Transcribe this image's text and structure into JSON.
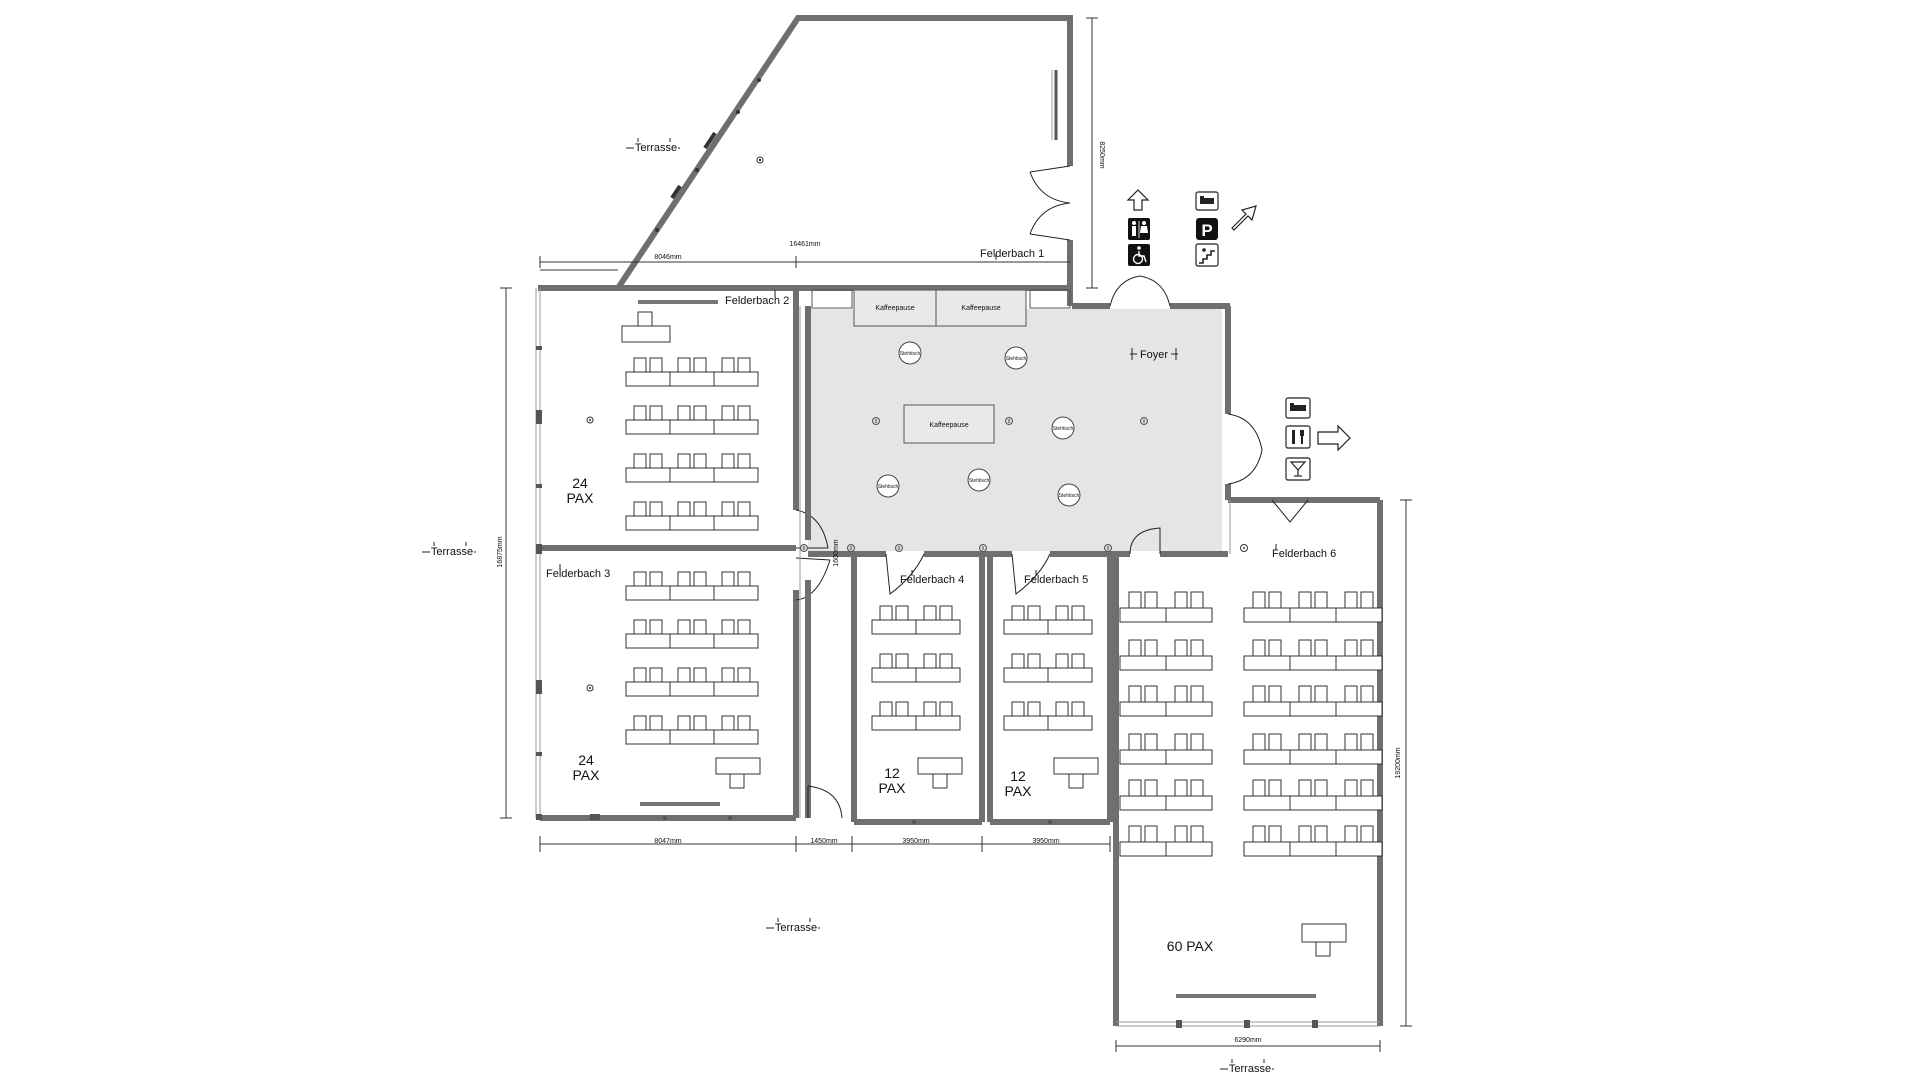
{
  "rooms": {
    "felderbach1": "Felderbach 1",
    "felderbach2": "Felderbach 2",
    "felderbach3": "Felderbach 3",
    "felderbach4": "Felderbach 4",
    "felderbach5": "Felderbach 5",
    "felderbach6": "Felderbach 6",
    "foyer": "Foyer"
  },
  "terraces": [
    "Terrasse",
    "Terrasse",
    "Terrasse",
    "Terrasse"
  ],
  "capacities": {
    "room2_num": "24",
    "room2_unit": "PAX",
    "room3_num": "24",
    "room3_unit": "PAX",
    "room4_num": "12",
    "room4_unit": "PAX",
    "room5_num": "12",
    "room5_unit": "PAX",
    "room6": "60 PAX"
  },
  "foyer": {
    "kaffeepause": [
      "Kaffeepause",
      "Kaffeepause",
      "Kaffeepause"
    ],
    "stehtisch": "Stehtisch"
  },
  "dimensions": {
    "d8046": "8046mm",
    "d16461": "16461mm",
    "d8250": "8250mm",
    "d16875": "16875mm",
    "d1600": "1600mm",
    "d8047": "8047mm",
    "d1450": "1450mm",
    "d3950a": "3950mm",
    "d3950b": "3950mm",
    "d19200": "19200mm",
    "d6290": "6290mm"
  },
  "icons": [
    "up-arrow-icon",
    "restroom-icon",
    "wheelchair-icon",
    "bed-icon",
    "parking-icon",
    "stairs-icon",
    "diagonal-arrow-icon",
    "dining-icon",
    "bar-icon",
    "right-arrow-icon"
  ]
}
